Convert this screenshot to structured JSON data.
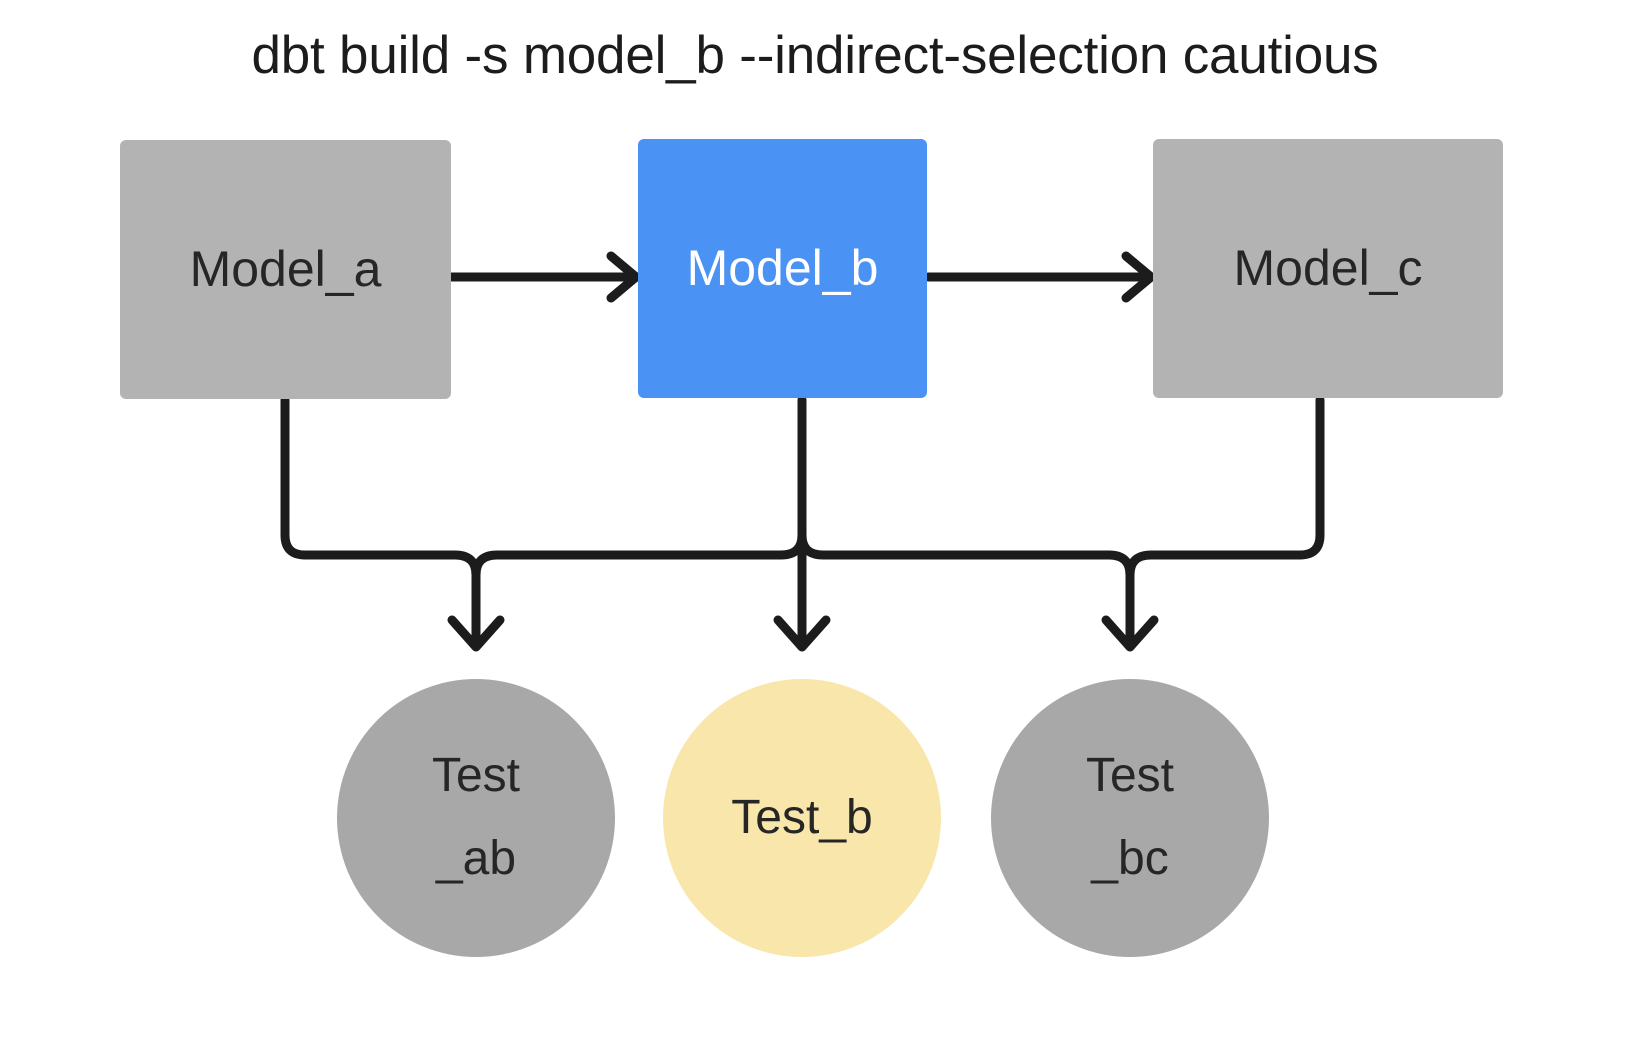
{
  "title": "dbt build -s model_b --indirect-selection cautious",
  "colors": {
    "background": "#ffffff",
    "model_default": "#b3b3b3",
    "model_selected": "#4a93f5",
    "test_default": "#a8a8a8",
    "test_highlight": "#f9e6ab",
    "edge": "#1c1c1c",
    "text_dark": "#262626",
    "text_light": "#ffffff"
  },
  "nodes": {
    "models": [
      {
        "id": "model_a",
        "label": "Model_a",
        "shape": "rectangle",
        "state": "unselected"
      },
      {
        "id": "model_b",
        "label": "Model_b",
        "shape": "rectangle",
        "state": "selected"
      },
      {
        "id": "model_c",
        "label": "Model_c",
        "shape": "rectangle",
        "state": "unselected"
      }
    ],
    "tests": [
      {
        "id": "test_ab",
        "label": "Test\n_ab",
        "shape": "circle",
        "state": "excluded"
      },
      {
        "id": "test_b",
        "label": "Test_b",
        "shape": "circle",
        "state": "included"
      },
      {
        "id": "test_bc",
        "label": "Test\n_bc",
        "shape": "circle",
        "state": "excluded"
      }
    ]
  },
  "edges": [
    {
      "from": "model_a",
      "to": "model_b",
      "style": "arrow"
    },
    {
      "from": "model_b",
      "to": "model_c",
      "style": "arrow"
    },
    {
      "from": "model_a",
      "to": "test_ab",
      "style": "elbow-arrow"
    },
    {
      "from": "model_b",
      "to": "test_ab",
      "style": "elbow-arrow"
    },
    {
      "from": "model_b",
      "to": "test_b",
      "style": "arrow"
    },
    {
      "from": "model_b",
      "to": "test_bc",
      "style": "elbow-arrow"
    },
    {
      "from": "model_c",
      "to": "test_bc",
      "style": "elbow-arrow"
    }
  ]
}
